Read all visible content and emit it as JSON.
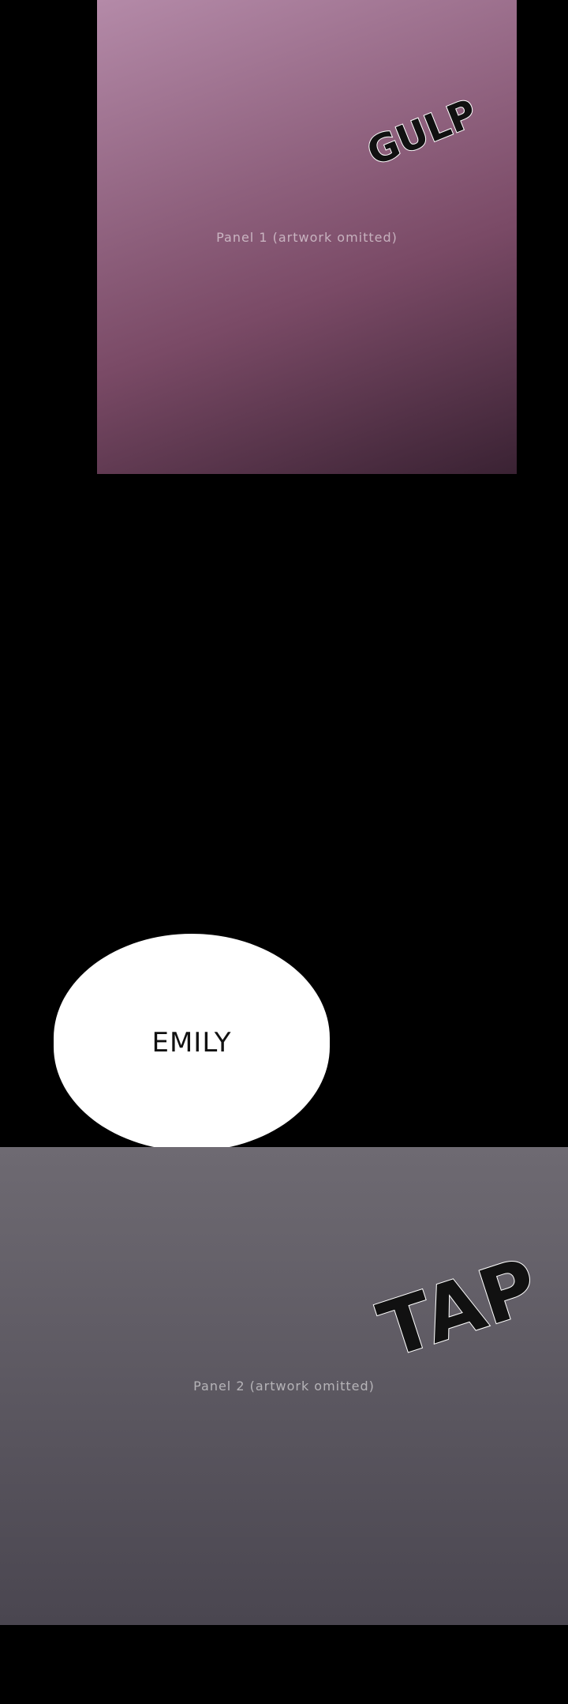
{
  "panels": [
    {
      "label": "Panel 1 (artwork omitted)",
      "sfx": "GULP"
    },
    {
      "label": "Panel 2 (artwork omitted)",
      "sfx": "TAP"
    }
  ],
  "bubble": {
    "text": "EMILY"
  }
}
